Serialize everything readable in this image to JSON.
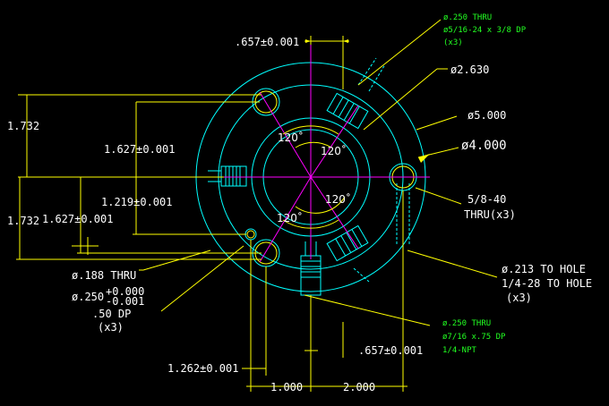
{
  "colors": {
    "background": "#000000",
    "part": "#00ffff",
    "dimension": "#ffff00",
    "centerline": "#ff00ff",
    "note_green": "#22ff22",
    "text": "#ffffff",
    "hole": "#ffff00"
  },
  "dims": {
    "d_657_top": ".657±0.001",
    "d_1732_upper": "1.732",
    "d_1627_upper": "1.627±0.001",
    "d_1219": "1.219±0.001",
    "d_1732_lower": "1.732",
    "d_1627_lower": "1.627±0.001",
    "d_1262": "1.262±0.001",
    "d_1000": "1.000",
    "d_2000": "2.000",
    "d_657_bottom": ".657±0.001",
    "dia_2630": "ø2.630",
    "dia_5000": "ø5.000",
    "dia_4000": "ø4.000"
  },
  "angles": [
    "120˚",
    "120˚",
    "120˚",
    "120˚"
  ],
  "callouts": {
    "top_green": [
      "ø.250 THRU",
      "ø5/16-24 x 3/8 DP",
      "(x3)"
    ],
    "thread_58": [
      "5/8-40",
      "THRU(x3)"
    ],
    "hole_213": [
      "ø.213 TO HOLE",
      "1/4-28 TO HOLE",
      "(x3)"
    ],
    "hole_188": "ø.188 THRU",
    "hole_250_main": "ø.250",
    "hole_250_plus": "+0.000",
    "hole_250_minus": "-0.001",
    "hole_250_dp": ".50 DP",
    "hole_250_qty": "(x3)",
    "bottom_green": [
      "ø.250 THRU",
      "ø7/16 x.75 DP",
      "1/4-NPT"
    ]
  }
}
